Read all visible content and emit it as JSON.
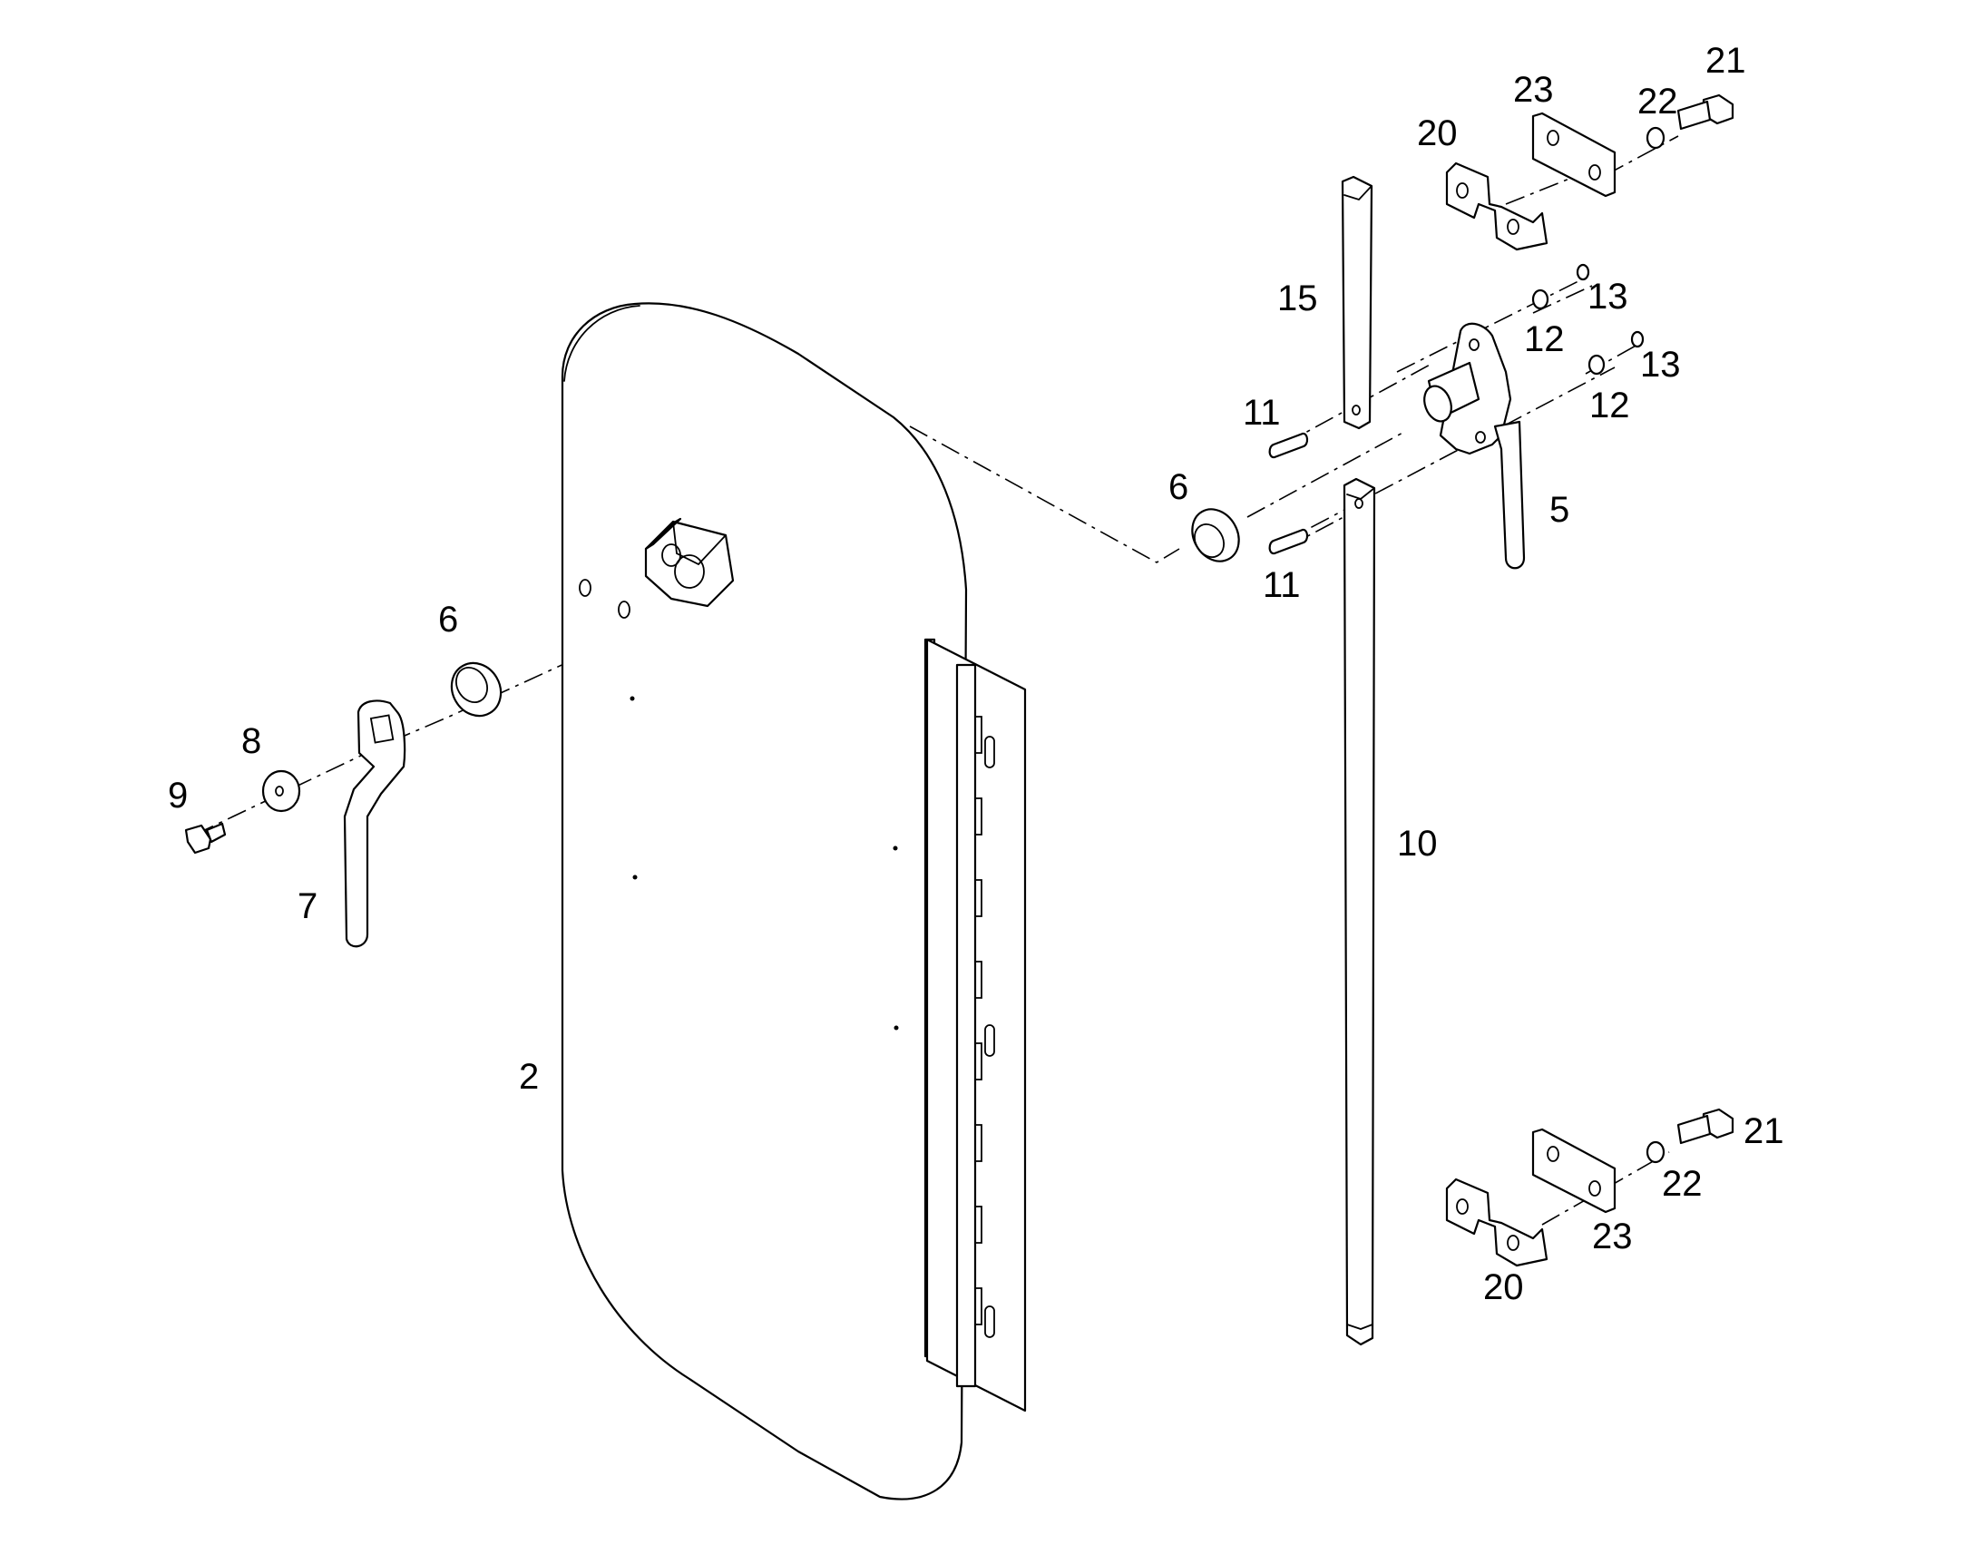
{
  "labels": {
    "l2": "2",
    "l5": "5",
    "l6a": "6",
    "l6b": "6",
    "l7": "7",
    "l8": "8",
    "l9": "9",
    "l10": "10",
    "l11a": "11",
    "l11b": "11",
    "l12a": "12",
    "l12b": "12",
    "l13a": "13",
    "l13b": "13",
    "l15": "15",
    "l20a": "20",
    "l20b": "20",
    "l21a": "21",
    "l21b": "21",
    "l22a": "22",
    "l22b": "22",
    "l23a": "23",
    "l23b": "23"
  }
}
